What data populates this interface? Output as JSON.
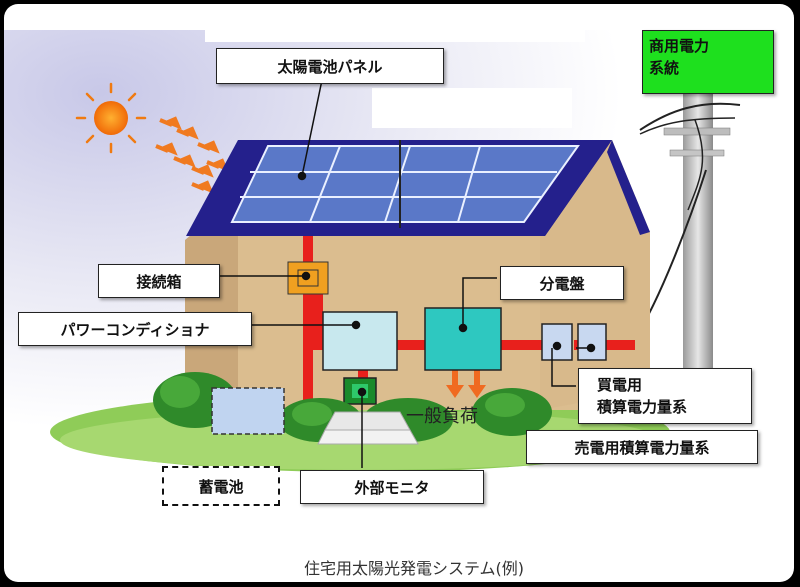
{
  "labels": {
    "solar_panel": "太陽電池パネル",
    "grid_line1": "商用電力",
    "grid_line2": "系統",
    "junction_box": "接続箱",
    "distribution_board": "分電盤",
    "power_conditioner": "パワーコンディショナ",
    "purchase_meter_line1": "買電用",
    "purchase_meter_line2": "積算電力量系",
    "general_load": "一般負荷",
    "sale_meter": "売電用積算電力量系",
    "battery": "蓄電池",
    "external_monitor": "外部モニタ"
  },
  "caption": "住宅用太陽光発電システム(例)",
  "colors": {
    "wire": "#e8201c",
    "roof": "#24208c",
    "panel": "#5a78c8",
    "wall": "#d9b98a",
    "junction_box": "#f0a020",
    "power_conditioner": "#c8e8ee",
    "distribution_board": "#2ec8c0",
    "monitor": "#1a8a2a",
    "grid_label": "#1ee01e",
    "sun": "#f07a10"
  }
}
